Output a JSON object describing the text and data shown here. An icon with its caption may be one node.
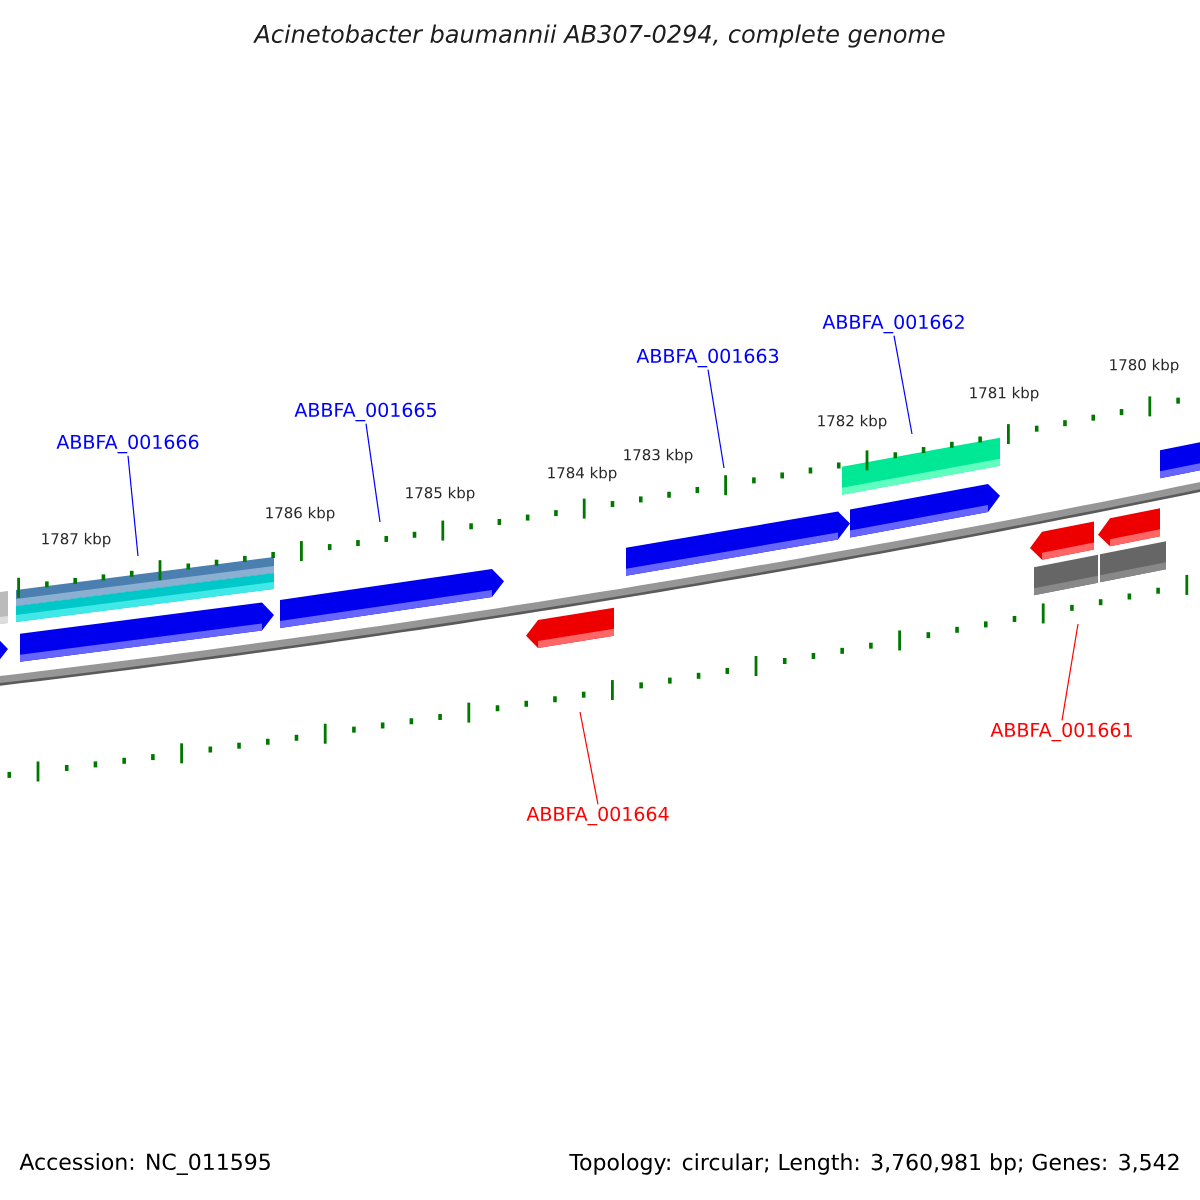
{
  "diagram": {
    "title": "Acinetobacter baumannii AB307-0294, complete genome",
    "nodes": [
      {
        "text": [
          "ABBFA_001666"
        ]
      },
      {
        "text": [
          "ABBFA_001665"
        ]
      },
      {
        "text": [
          "ABBFA_001663"
        ]
      },
      {
        "text": [
          "ABBFA_001662"
        ]
      },
      {
        "text": [
          "ABBFA_001664"
        ]
      },
      {
        "text": [
          "ABBFA_001661"
        ]
      }
    ],
    "edges": [
      {
        "from": 0,
        "to": null,
        "arrow": "none"
      },
      {
        "from": 1,
        "to": null,
        "arrow": "none"
      },
      {
        "from": 2,
        "to": null,
        "arrow": "none"
      },
      {
        "from": 3,
        "to": null,
        "arrow": "none"
      },
      {
        "from": 4,
        "to": null,
        "arrow": "none",
        "color": "#ff0000"
      },
      {
        "from": 5,
        "to": null,
        "arrow": "none",
        "color": "#ff0000"
      }
    ],
    "labels": [
      "1787 kbp",
      "1786 kbp",
      "1785 kbp",
      "1784 kbp",
      "1783 kbp",
      "1782 kbp",
      "1781 kbp",
      "1780 kbp",
      "Accession: NC_011595",
      "Topology: circular; Length: 3,760,981 bp; Genes: 3,542"
    ]
  }
}
